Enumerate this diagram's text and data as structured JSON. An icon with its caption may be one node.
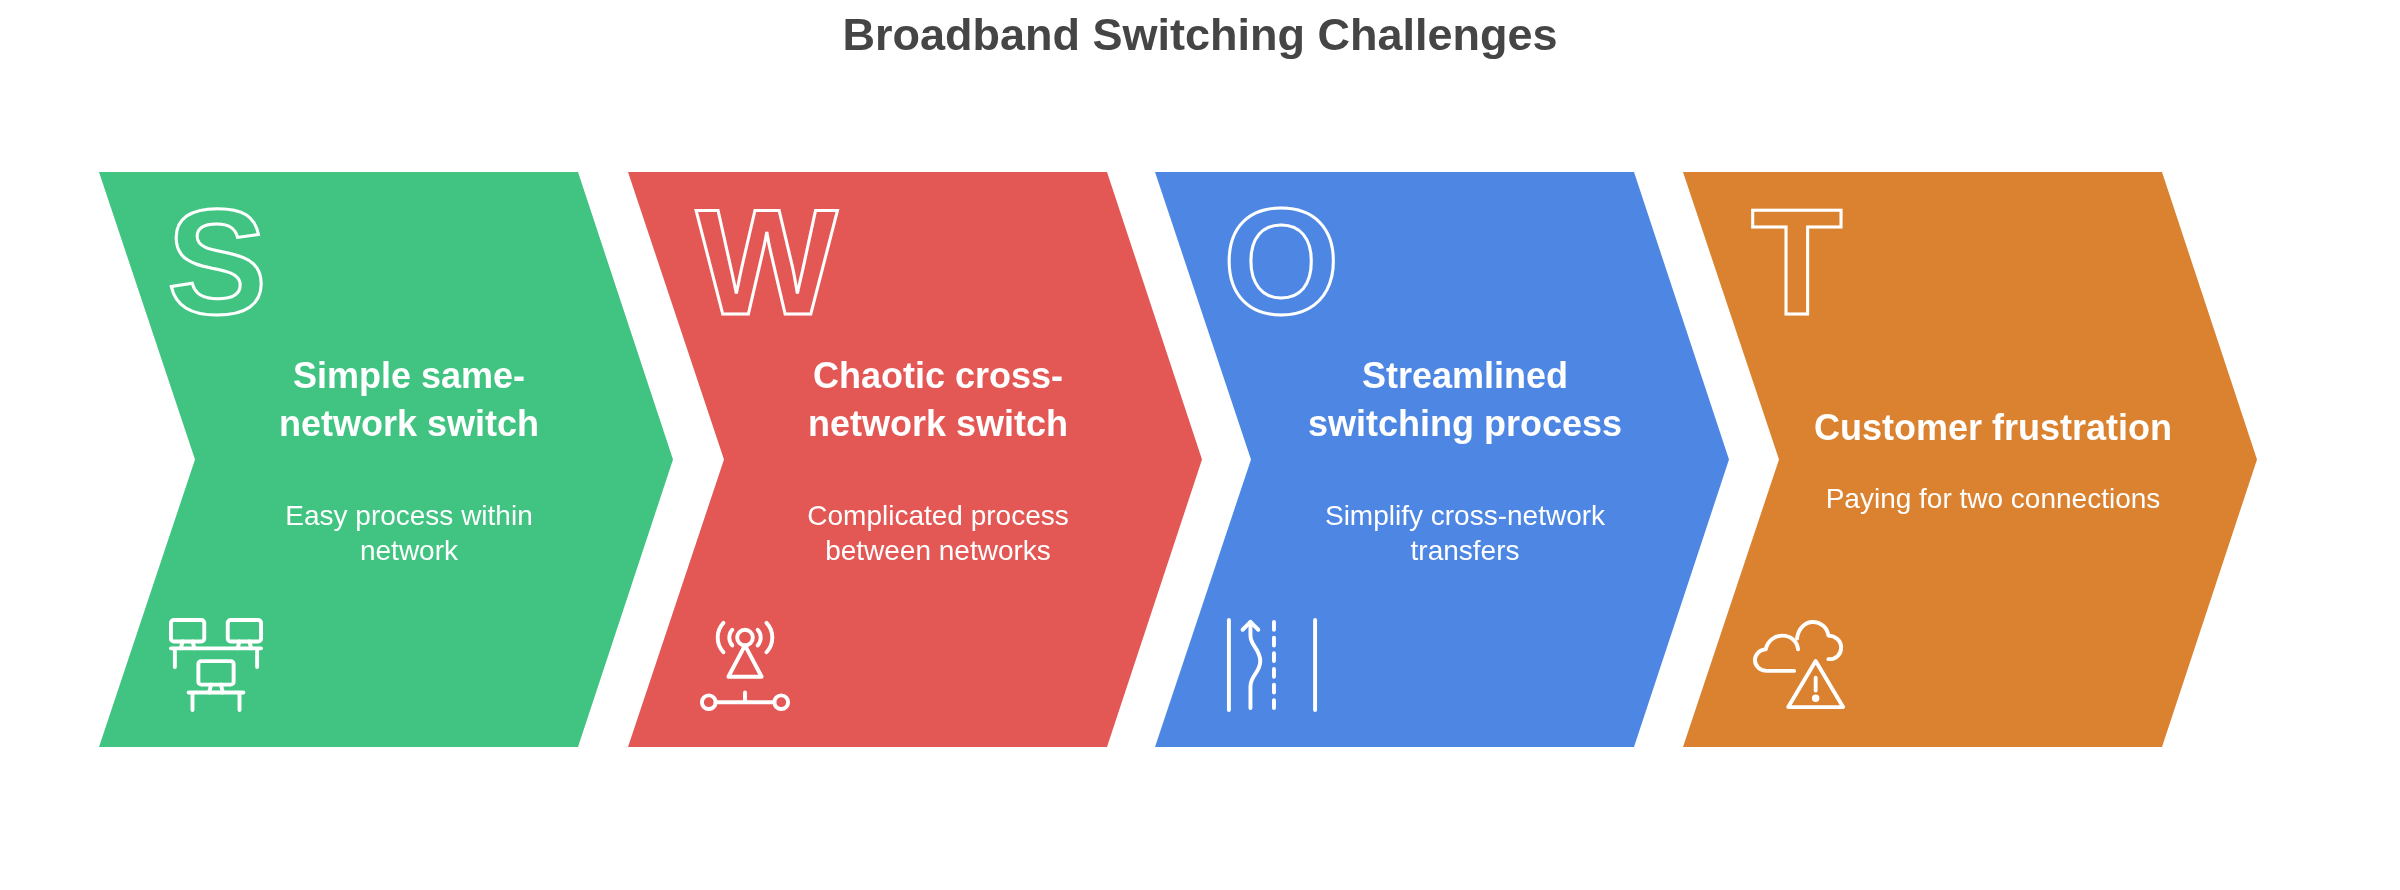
{
  "diagram": {
    "title": "Broadband Switching Challenges",
    "nodes": [
      {
        "text": [
          "S",
          "Simple same-network switch",
          "Easy process within network"
        ]
      },
      {
        "text": [
          "W",
          "Chaotic cross-network switch",
          "Complicated process between networks"
        ]
      },
      {
        "text": [
          "O",
          "Streamlined switching process",
          "Simplify cross-network transfers"
        ]
      },
      {
        "text": [
          "T",
          "Customer frustration",
          "Paying for two connections"
        ]
      }
    ]
  }
}
